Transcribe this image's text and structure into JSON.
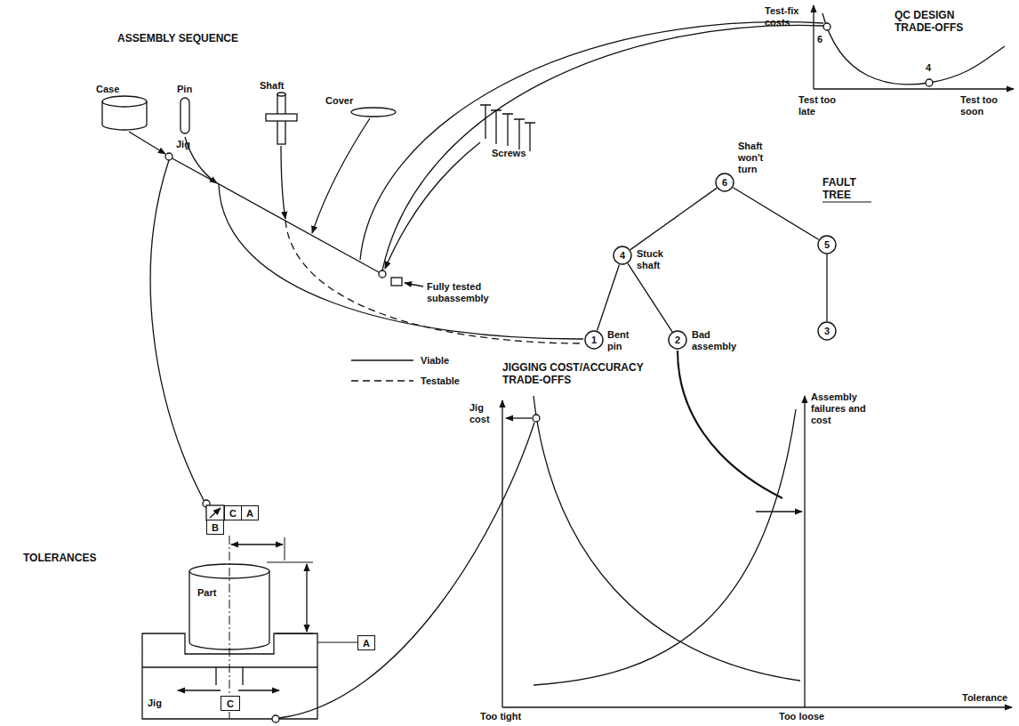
{
  "diagram": {
    "nodes": [
      {
        "text": [
          "6",
          "Shaft won't turn"
        ]
      },
      {
        "text": [
          "4",
          "Stuck shaft"
        ]
      },
      {
        "text": [
          "5"
        ]
      },
      {
        "text": [
          "1",
          "Bent pin"
        ]
      },
      {
        "text": [
          "2",
          "Bad assembly"
        ]
      },
      {
        "text": [
          "3"
        ]
      },
      {
        "text": [
          "C"
        ]
      },
      {
        "text": [
          "A"
        ]
      },
      {
        "text": [
          "B"
        ]
      },
      {
        "text": [
          "A"
        ]
      },
      {
        "text": [
          "C"
        ]
      }
    ],
    "edges": [
      {
        "from": 0,
        "to": 1,
        "arrow": "none"
      },
      {
        "from": 0,
        "to": 2,
        "arrow": "none"
      },
      {
        "from": 1,
        "to": 3,
        "arrow": "none"
      },
      {
        "from": 1,
        "to": 4,
        "arrow": "none"
      },
      {
        "from": 2,
        "to": 5,
        "arrow": "none"
      }
    ],
    "labels": [
      "ASSEMBLY SEQUENCE",
      "Case",
      "Jig",
      "Pin",
      "Shaft",
      "Cover",
      "Screws",
      "Fully tested subassembly",
      "QC DESIGN TRADE-OFFS",
      "Test-fix costs",
      "6",
      "4",
      "Test too late",
      "Test too soon",
      "FAULT TREE",
      "TOLERANCES",
      "Part",
      "Jig",
      "JIGGING COST/ACCURACY TRADE-OFFS",
      "Jig cost",
      "Assembly failures and cost",
      "Too tight",
      "Too loose",
      "Tolerance"
    ],
    "legend": [
      {
        "text": "Viable"
      },
      {
        "text": "Testable"
      }
    ]
  }
}
